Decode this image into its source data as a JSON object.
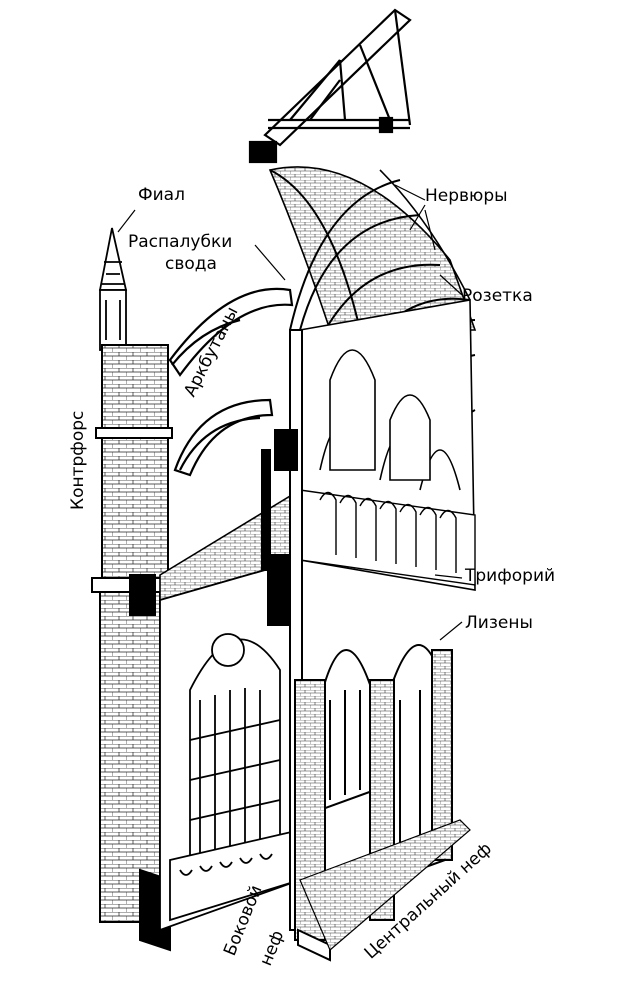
{
  "labels": {
    "fial": "Фиал",
    "raspalubki_line1": "Распалубки",
    "raspalubki_line2": "свода",
    "nervyury": "Нервюры",
    "rozetka": "Розетка",
    "arkbutany": "Аркбутаны",
    "kontrfors": "Контрфорс",
    "triforiy": "Трифорий",
    "lizeny": "Лизены",
    "bokovoy_line1": "Боковой",
    "bokovoy_line2": "неф",
    "centralny": "Центральный неф"
  }
}
